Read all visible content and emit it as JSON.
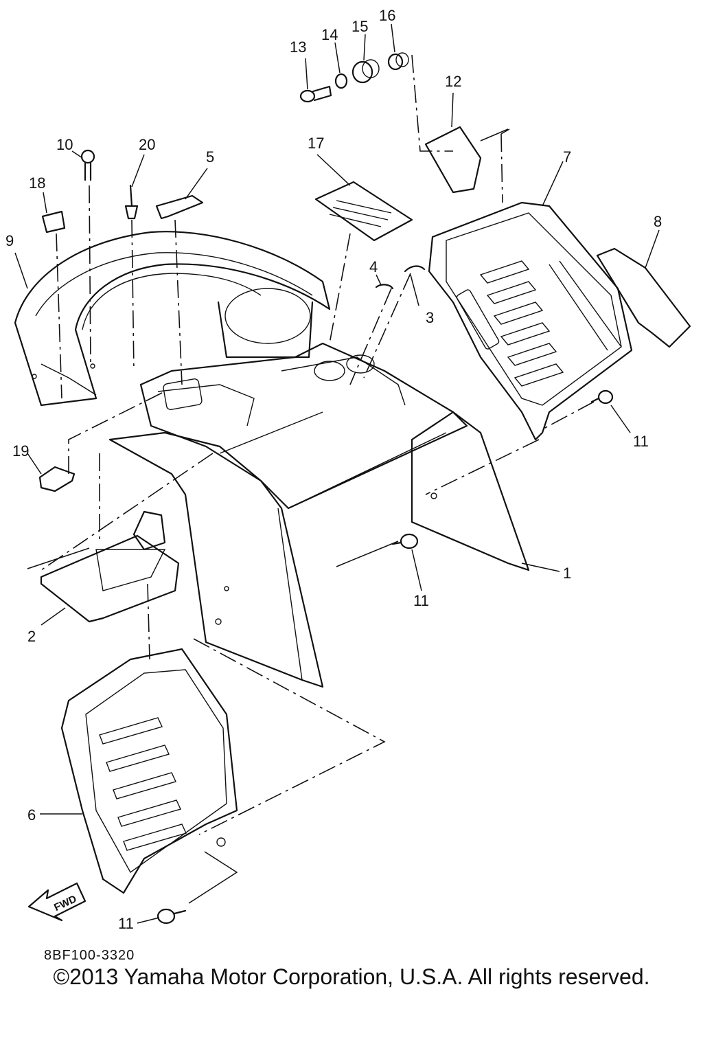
{
  "callouts": {
    "c1": "1",
    "c2": "2",
    "c3": "3",
    "c4": "4",
    "c5": "5",
    "c6": "6",
    "c7": "7",
    "c8": "8",
    "c9": "9",
    "c10": "10",
    "c11a": "11",
    "c11b": "11",
    "c11c": "11",
    "c12": "12",
    "c13": "13",
    "c14": "14",
    "c15": "15",
    "c16": "16",
    "c17": "17",
    "c18": "18",
    "c19": "19",
    "c20": "20"
  },
  "fwd_label": "FWD",
  "diagram_code": "8BF100-3320",
  "copyright": "©2013 Yamaha Motor Corporation, U.S.A. All rights reserved."
}
